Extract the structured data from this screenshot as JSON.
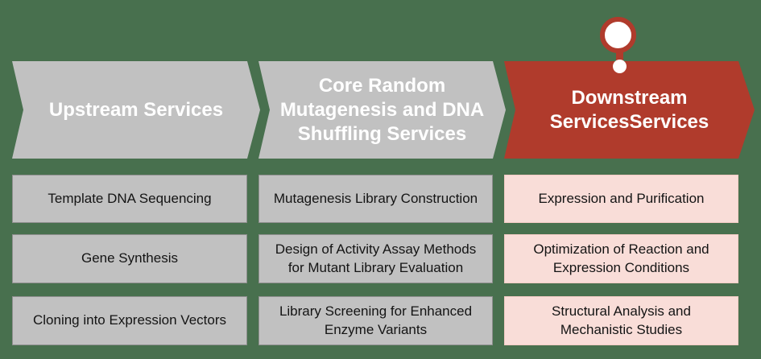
{
  "colors": {
    "background_green": "#48704e",
    "gray": "#c1c1c1",
    "accent_red": "#b03b2c",
    "pink": "#f9ddd8",
    "header_text": "#ffffff",
    "box_text": "#141414"
  },
  "icons": {
    "pin_marker": "lollipop-pin-over-downstream-header"
  },
  "columns": [
    {
      "header": "Upstream Services",
      "items": [
        "Template DNA Sequencing",
        "Gene Synthesis",
        "Cloning into Expression Vectors"
      ]
    },
    {
      "header": "Core Random\nMutagenesis and DNA\nShuffling Services",
      "items": [
        "Mutagenesis Library Construction",
        "Design of Activity Assay Methods\nfor Mutant Library Evaluation",
        "Library Screening for Enhanced\nEnzyme Variants"
      ]
    },
    {
      "header": "Downstream\nServicesServices",
      "items": [
        "Expression and Purification",
        "Optimization of Reaction and\nExpression Conditions",
        "Structural Analysis and\nMechanistic Studies"
      ]
    }
  ]
}
